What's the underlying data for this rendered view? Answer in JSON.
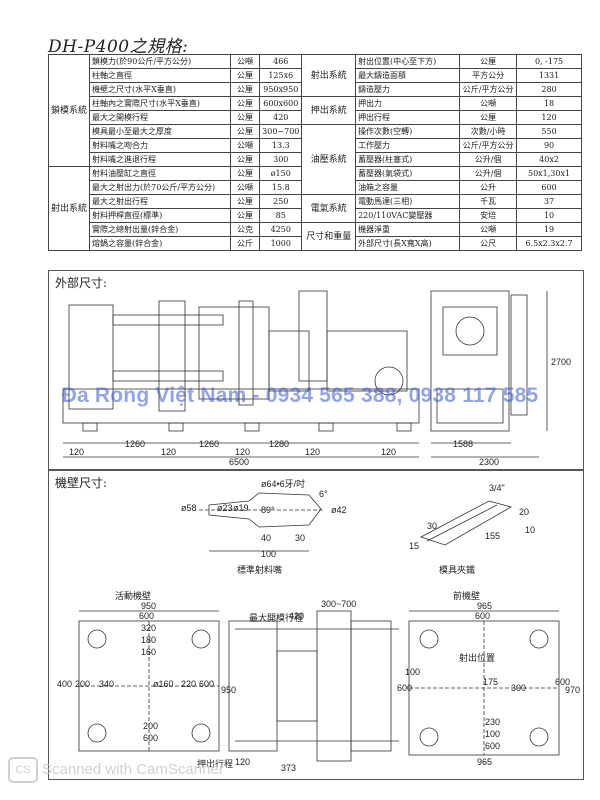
{
  "title": "DH-P400之規格:",
  "spec": {
    "left_groups": [
      {
        "name": "鎖模系統",
        "rows": [
          {
            "item": "鎖模力(於90公斤/平方公分)",
            "unit": "公噸",
            "value": "466"
          },
          {
            "item": "柱軸之直徑",
            "unit": "公厘",
            "value": "125x6"
          },
          {
            "item": "機壁之尺寸(水平X垂直)",
            "unit": "公厘",
            "value": "950x950"
          },
          {
            "item": "柱軸內之實際尺寸(水平X垂直)",
            "unit": "公厘",
            "value": "600x600"
          },
          {
            "item": "最大之開模行程",
            "unit": "公厘",
            "value": "420"
          },
          {
            "item": "模具最小至最大之厚度",
            "unit": "公厘",
            "value": "300~700"
          },
          {
            "item": "射料嘴之吻合力",
            "unit": "公噸",
            "value": "13.3"
          },
          {
            "item": "射料嘴之進退行程",
            "unit": "公厘",
            "value": "300"
          }
        ]
      },
      {
        "name": "射出系統",
        "rows": [
          {
            "item": "射料油壓缸之直徑",
            "unit": "公厘",
            "value": "ø150"
          },
          {
            "item": "最大之射出力(於70公斤/平方公分)",
            "unit": "公噸",
            "value": "15.8"
          },
          {
            "item": "最大之射出行程",
            "unit": "公厘",
            "value": "250"
          },
          {
            "item": "射料押桿直徑(標準)",
            "unit": "公厘",
            "value": "85"
          },
          {
            "item": "實際之總射出量(鋅合金)",
            "unit": "公克",
            "value": "4250"
          },
          {
            "item": "熔鍋之容量(鋅合金)",
            "unit": "公斤",
            "value": "1000"
          }
        ]
      }
    ],
    "right_groups": [
      {
        "name": "射出系統",
        "rows": [
          {
            "item": "射出位置(中心至下方)",
            "unit": "公厘",
            "value": "0, -175"
          },
          {
            "item": "最大鑄造面積",
            "unit": "平方公分",
            "value": "1331"
          },
          {
            "item": "鑄造壓力",
            "unit": "公斤/平方公分",
            "value": "280"
          }
        ]
      },
      {
        "name": "押出系統",
        "rows": [
          {
            "item": "押出力",
            "unit": "公噸",
            "value": "18"
          },
          {
            "item": "押出行程",
            "unit": "公厘",
            "value": "120"
          }
        ]
      },
      {
        "name": "油壓系統",
        "rows": [
          {
            "item": "操作次數(空轉)",
            "unit": "次數/小時",
            "value": "550"
          },
          {
            "item": "工作壓力",
            "unit": "公斤/平方公分",
            "value": "90"
          },
          {
            "item": "蓄壓器(柱塞式)",
            "unit": "公升/個",
            "value": "40x2"
          },
          {
            "item": "蓄壓器(氣袋式)",
            "unit": "公升/個",
            "value": "50x1,30x1"
          },
          {
            "item": "油箱之容量",
            "unit": "公升",
            "value": "600"
          }
        ]
      },
      {
        "name": "電氣系統",
        "rows": [
          {
            "item": "電動馬達(三相)",
            "unit": "千瓦",
            "value": "37"
          },
          {
            "item": "220/110VAC變壓器",
            "unit": "安培",
            "value": "10"
          }
        ]
      },
      {
        "name": "尺寸和重量",
        "rows": [
          {
            "item": "機器淨重",
            "unit": "公噸",
            "value": "19"
          },
          {
            "item": "外部尺寸(長X寬X高)",
            "unit": "公尺",
            "value": "6.5x2.3x2.7"
          }
        ]
      }
    ]
  },
  "external": {
    "heading": "外部尺寸:",
    "dims_top": [
      "1260",
      "1260",
      "1280"
    ],
    "dims_bottom": [
      "120",
      "120",
      "120",
      "120",
      "120"
    ],
    "total_length": "6500",
    "side_width_a": "1588",
    "side_width_total": "2300",
    "height": "2700"
  },
  "mold": {
    "heading": "機壁尺寸:",
    "nozzle": {
      "caption": "標準射料嘴",
      "labels": [
        "ø64•6牙/吋",
        "6°",
        "89°",
        "ø58",
        "ø23",
        "ø19",
        "ø42",
        "40",
        "30",
        "100"
      ]
    },
    "clamp": {
      "caption": "模具夾鐵",
      "labels": [
        "3/4\"",
        "20",
        "10",
        "15",
        "30",
        "155"
      ]
    },
    "moving_platen": {
      "caption": "活動機壁",
      "labels": [
        "950",
        "600",
        "320",
        "180",
        "160",
        "400",
        "200",
        "340",
        "ø160",
        "220",
        "600",
        "950",
        "200",
        "600"
      ],
      "ejector_label": "押出行程",
      "ejector_value": "120"
    },
    "middle": {
      "labels": [
        "最大開模行程",
        "420",
        "300~700",
        "373"
      ]
    },
    "fixed_platen": {
      "caption": "前機壁",
      "labels": [
        "965",
        "600",
        "射出位置",
        "100",
        "600",
        "175",
        "300",
        "600",
        "970",
        "230",
        "100",
        "600",
        "965"
      ]
    }
  },
  "watermark": "Đa Rong Việt Nam - 0934 565 388, 0938 117 585",
  "scanner": "Scanned with CamScanner"
}
